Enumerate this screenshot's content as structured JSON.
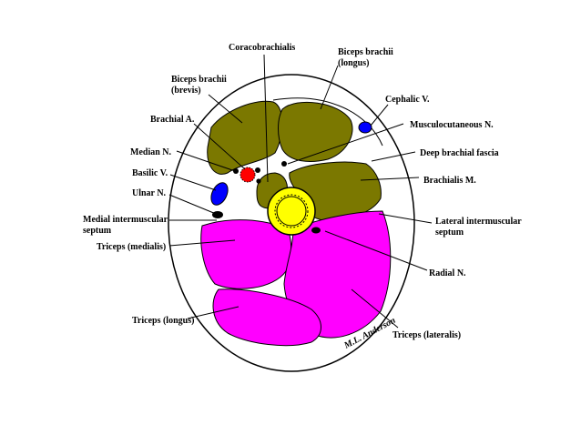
{
  "colors": {
    "olive": "#7b7800",
    "magenta": "#ff00ff",
    "bone": "#ffff00",
    "artery": "#ff0000",
    "vein": "#0000ff",
    "nerve": "#000000",
    "outline": "#000000"
  },
  "labels": {
    "coracobrachialis": "Coracobrachialis",
    "biceps_longus_1": "Biceps brachii",
    "biceps_longus_2": "(longus)",
    "biceps_brevis_1": "Biceps brachii",
    "biceps_brevis_2": "(brevis)",
    "cephalic_v": "Cephalic V.",
    "brachial_a": "Brachial A.",
    "musculocutaneous_n": "Musculocutaneous N.",
    "median_n": "Median N.",
    "deep_brachial_fascia": "Deep brachial fascia",
    "basilic_v": "Basilic V.",
    "brachialis_m": "Brachialis M.",
    "ulnar_n": "Ulnar N.",
    "medial_septum_1": "Medial intermuscular",
    "medial_septum_2": "septum",
    "lateral_septum_1": "Lateral intermuscular",
    "lateral_septum_2": "septum",
    "triceps_medialis": "Triceps (medialis)",
    "radial_n": "Radial N.",
    "triceps_longus": "Triceps (longus)",
    "triceps_lateralis": "Triceps (lateralis)",
    "signature": "M.L. Anderson"
  }
}
